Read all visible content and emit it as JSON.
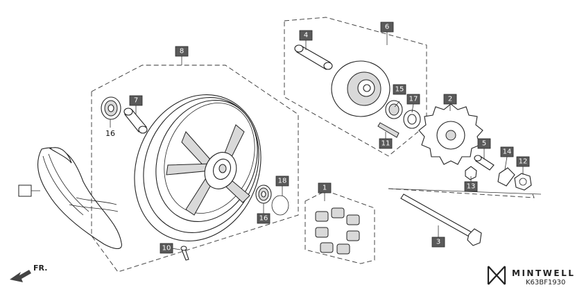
{
  "callouts": [
    {
      "id": "c1",
      "text": "1"
    },
    {
      "id": "c2",
      "text": "2"
    },
    {
      "id": "c3",
      "text": "3"
    },
    {
      "id": "c4",
      "text": "4"
    },
    {
      "id": "c5",
      "text": "5"
    },
    {
      "id": "c6",
      "text": "6"
    },
    {
      "id": "c7",
      "text": "7"
    },
    {
      "id": "c8",
      "text": "8"
    },
    {
      "id": "c10",
      "text": "10"
    },
    {
      "id": "c11",
      "text": "11"
    },
    {
      "id": "c12",
      "text": "12"
    },
    {
      "id": "c13",
      "text": "13"
    },
    {
      "id": "c14",
      "text": "14"
    },
    {
      "id": "c15",
      "text": "15"
    },
    {
      "id": "c16",
      "text": "16"
    },
    {
      "id": "c17",
      "text": "17"
    },
    {
      "id": "c18",
      "text": "18"
    }
  ],
  "labels": {
    "bearing_16": "16",
    "front_arrow": "FR."
  },
  "brand": {
    "name": "MINTWELL",
    "code": "K63BF1930"
  },
  "colors": {
    "callout_fill": "#5a5a5a",
    "line": "#222222"
  }
}
